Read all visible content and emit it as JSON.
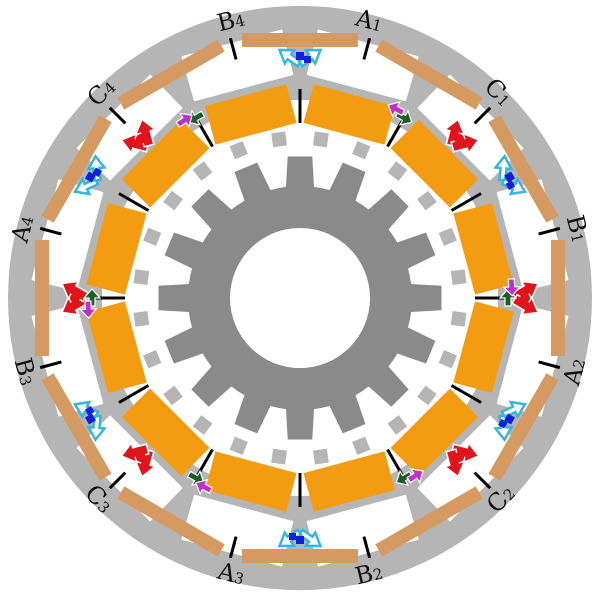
{
  "phase_labels": [
    {
      "id": "a1",
      "letter": "A",
      "sub": "1"
    },
    {
      "id": "c1",
      "letter": "C",
      "sub": "1"
    },
    {
      "id": "b1",
      "letter": "B",
      "sub": "1"
    },
    {
      "id": "a2",
      "letter": "A",
      "sub": "2"
    },
    {
      "id": "c2",
      "letter": "C",
      "sub": "2"
    },
    {
      "id": "b2",
      "letter": "B",
      "sub": "2"
    },
    {
      "id": "a3",
      "letter": "A",
      "sub": "3"
    },
    {
      "id": "c3",
      "letter": "C",
      "sub": "3"
    },
    {
      "id": "b3",
      "letter": "B",
      "sub": "3"
    },
    {
      "id": "a4",
      "letter": "A",
      "sub": "4"
    },
    {
      "id": "c4",
      "letter": "C",
      "sub": "4"
    },
    {
      "id": "b4",
      "letter": "B",
      "sub": "4"
    }
  ],
  "counts": {
    "outer_segments": 12,
    "inner_segments": 12,
    "rotor_teeth": 16
  },
  "colors": {
    "stator": "#b5b5b5",
    "outer_winding": "#d59a62",
    "inner_coil": "#f39c12",
    "rotor": "#8a8a8a",
    "red_arrow": "#e0141b",
    "cyan_arrow": "#35b7dc",
    "blue_magnet": "#1020d8",
    "green_arrow": "#1c5e24",
    "magenta_arrow": "#c030c8"
  }
}
